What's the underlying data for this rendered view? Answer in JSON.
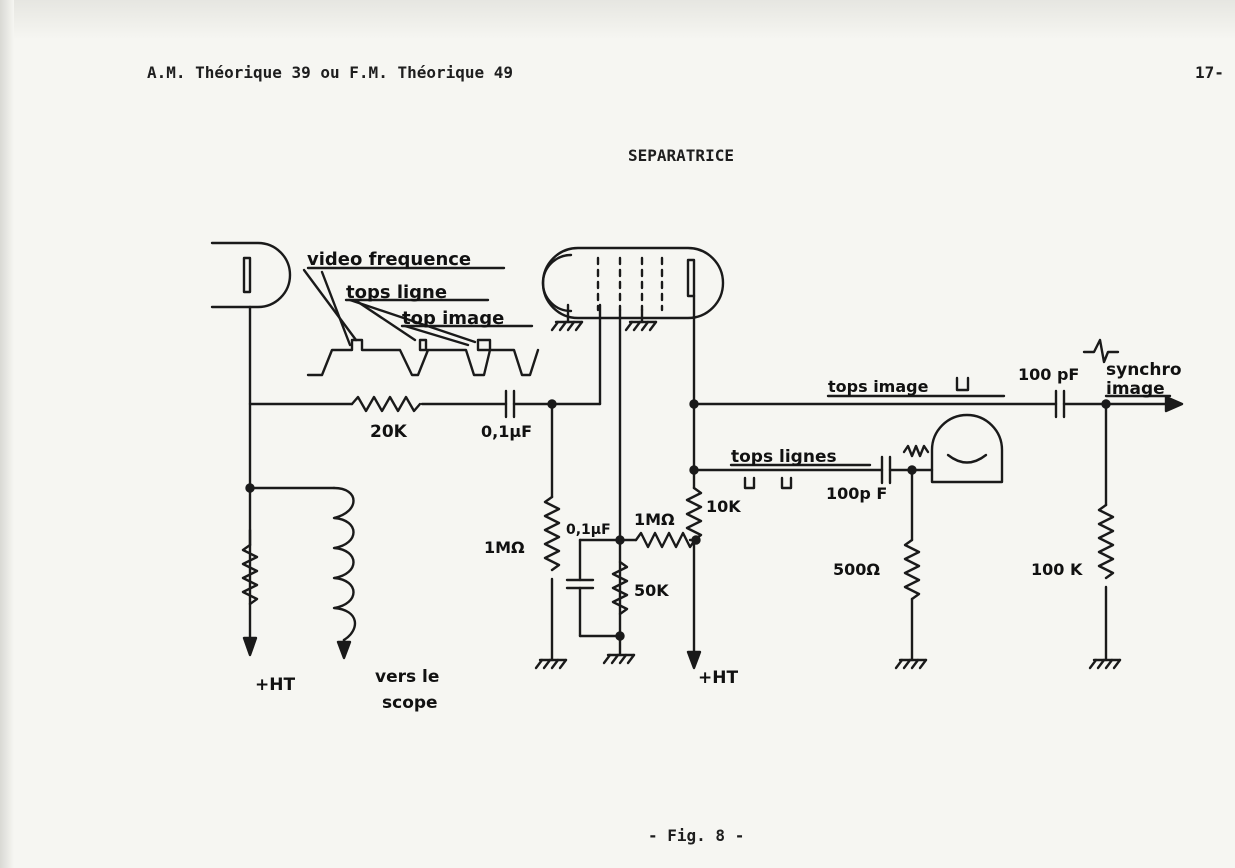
{
  "header": {
    "left": "A.M. Théorique 39  ou  F.M. Théorique 49",
    "page_number": "17-"
  },
  "title": "SEPARATRICE",
  "caption": "- Fig. 8 -",
  "diagram": {
    "annotations": {
      "video": "video frequence",
      "tops_ligne": "tops ligne",
      "top_image": "top  image",
      "tops_image_out": "tops image",
      "cap_100pf_top": "100 pF",
      "synchro": "synchro",
      "image": "image",
      "tops_lignes": "tops lignes",
      "cap_100pf_mid": "100p F",
      "res_20k": "20K",
      "cap_01uf": "0,1μF",
      "res_1mohm_left": "1MΩ",
      "cap_01uf_small": "0,1μF",
      "res_1mohm_mid": "1MΩ",
      "res_10k": "10K",
      "res_50k": "50K",
      "res_500ohm": "500Ω",
      "res_100k": "100 K",
      "ht_left": "+HT",
      "ht_right": "+HT",
      "vers_le": "vers le",
      "scope": "scope"
    }
  }
}
